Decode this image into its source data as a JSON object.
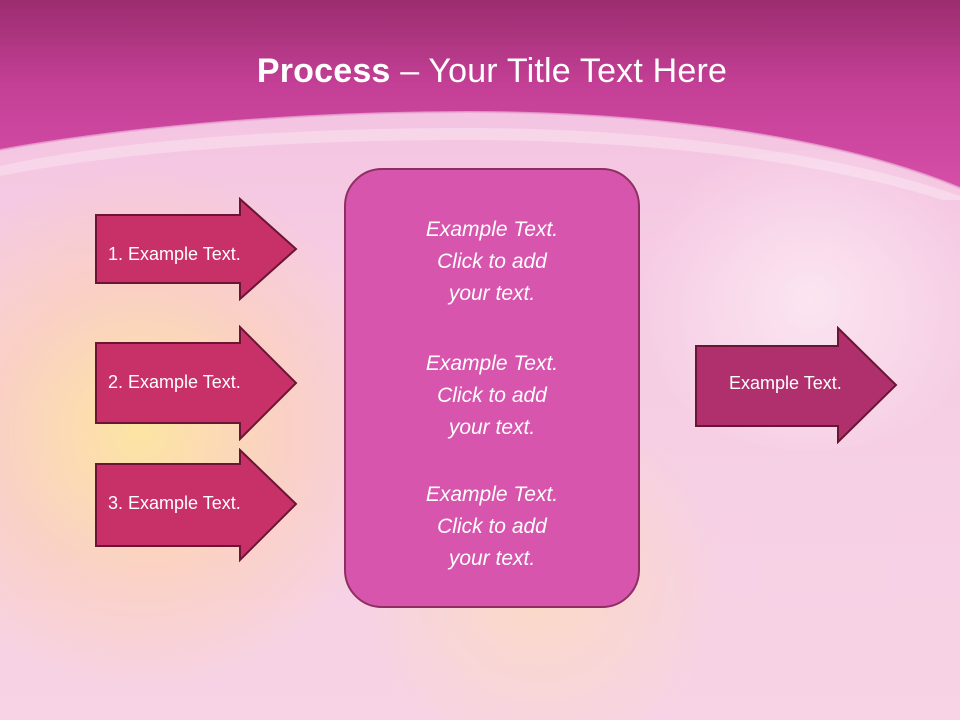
{
  "slide": {
    "title_bold": "Process",
    "title_rest": " – Your Title Text Here"
  },
  "left_arrows": [
    {
      "label": "1. Example Text."
    },
    {
      "label": "2. Example Text."
    },
    {
      "label": "3. Example Text."
    }
  ],
  "center_box": {
    "blocks": [
      {
        "line1": "Example Text.",
        "line2": "Click  to add",
        "line3": "your text."
      },
      {
        "line1": "Example Text.",
        "line2": "Click  to add",
        "line3": "your text."
      },
      {
        "line1": "Example Text.",
        "line2": "Click  to add",
        "line3": "your text."
      }
    ]
  },
  "right_arrow": {
    "label": "Example Text."
  },
  "colors": {
    "header_pink": "#c53f96",
    "arrow_fill": "#c83167",
    "arrow_border": "#6b1535",
    "right_arrow_fill": "#b0306e",
    "center_box_fill": "#d755ad"
  }
}
